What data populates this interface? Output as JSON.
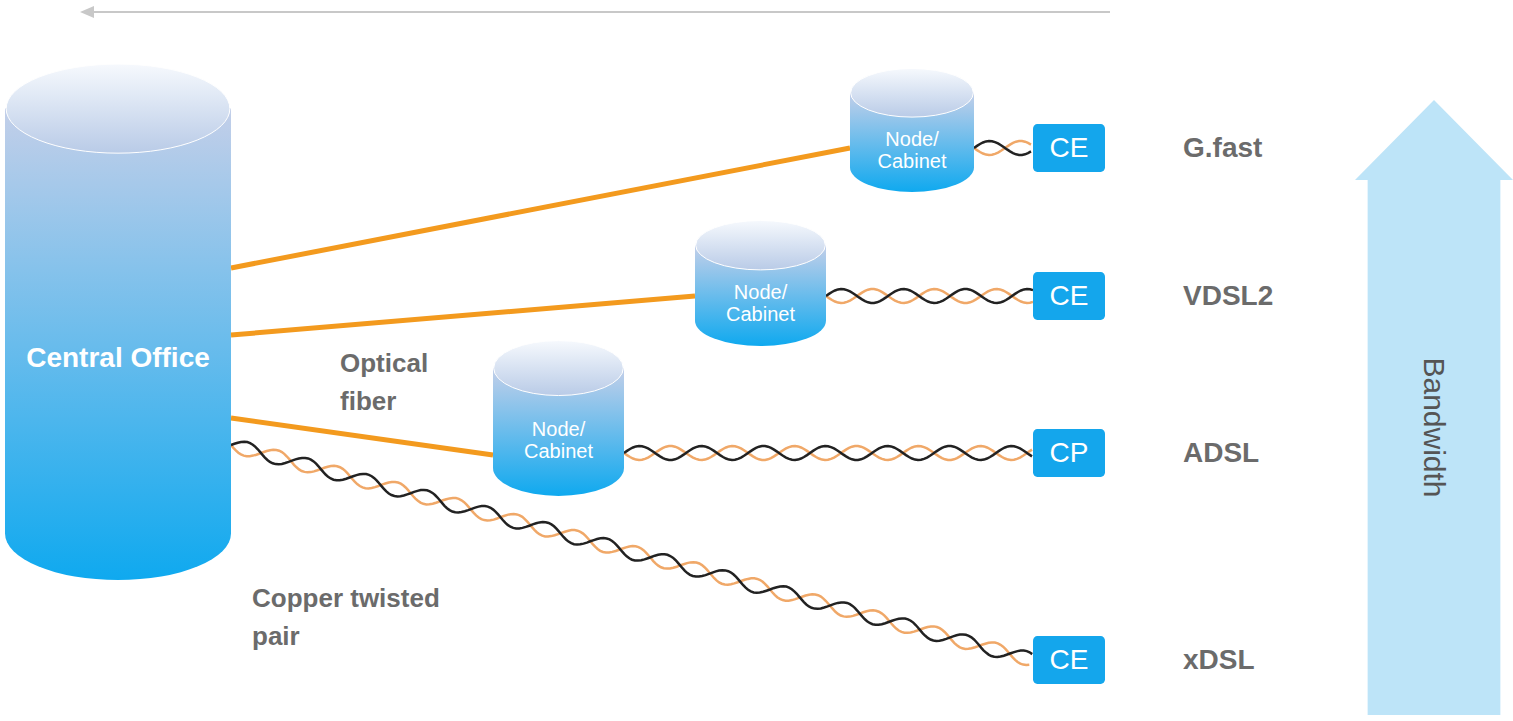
{
  "diagram": {
    "nodes": [
      {
        "text": [
          "Central Office"
        ]
      },
      {
        "text": [
          "Node/ Cabinet"
        ]
      },
      {
        "text": [
          "CE"
        ]
      },
      {
        "text": [
          "Node/ Cabinet"
        ]
      },
      {
        "text": [
          "CE"
        ]
      },
      {
        "text": [
          "Node/ Cabinet"
        ]
      },
      {
        "text": [
          "CP"
        ]
      },
      {
        "text": [
          "CE"
        ]
      },
      {
        "text": [
          "Bandwidth"
        ]
      }
    ],
    "edges": [
      {
        "from": 0,
        "to": 1,
        "arrow": "none"
      },
      {
        "from": 1,
        "to": 2,
        "arrow": "none"
      },
      {
        "from": 0,
        "to": 3,
        "arrow": "none"
      },
      {
        "from": 3,
        "to": 4,
        "arrow": "none"
      },
      {
        "from": 0,
        "to": 5,
        "arrow": "none"
      },
      {
        "from": 5,
        "to": 6,
        "arrow": "none"
      },
      {
        "from": 0,
        "to": 7,
        "arrow": "none"
      }
    ],
    "labels": [
      "Optical fiber",
      "Copper twisted pair",
      "G.fast",
      "VDSL2",
      "ADSL",
      "xDSL"
    ]
  }
}
